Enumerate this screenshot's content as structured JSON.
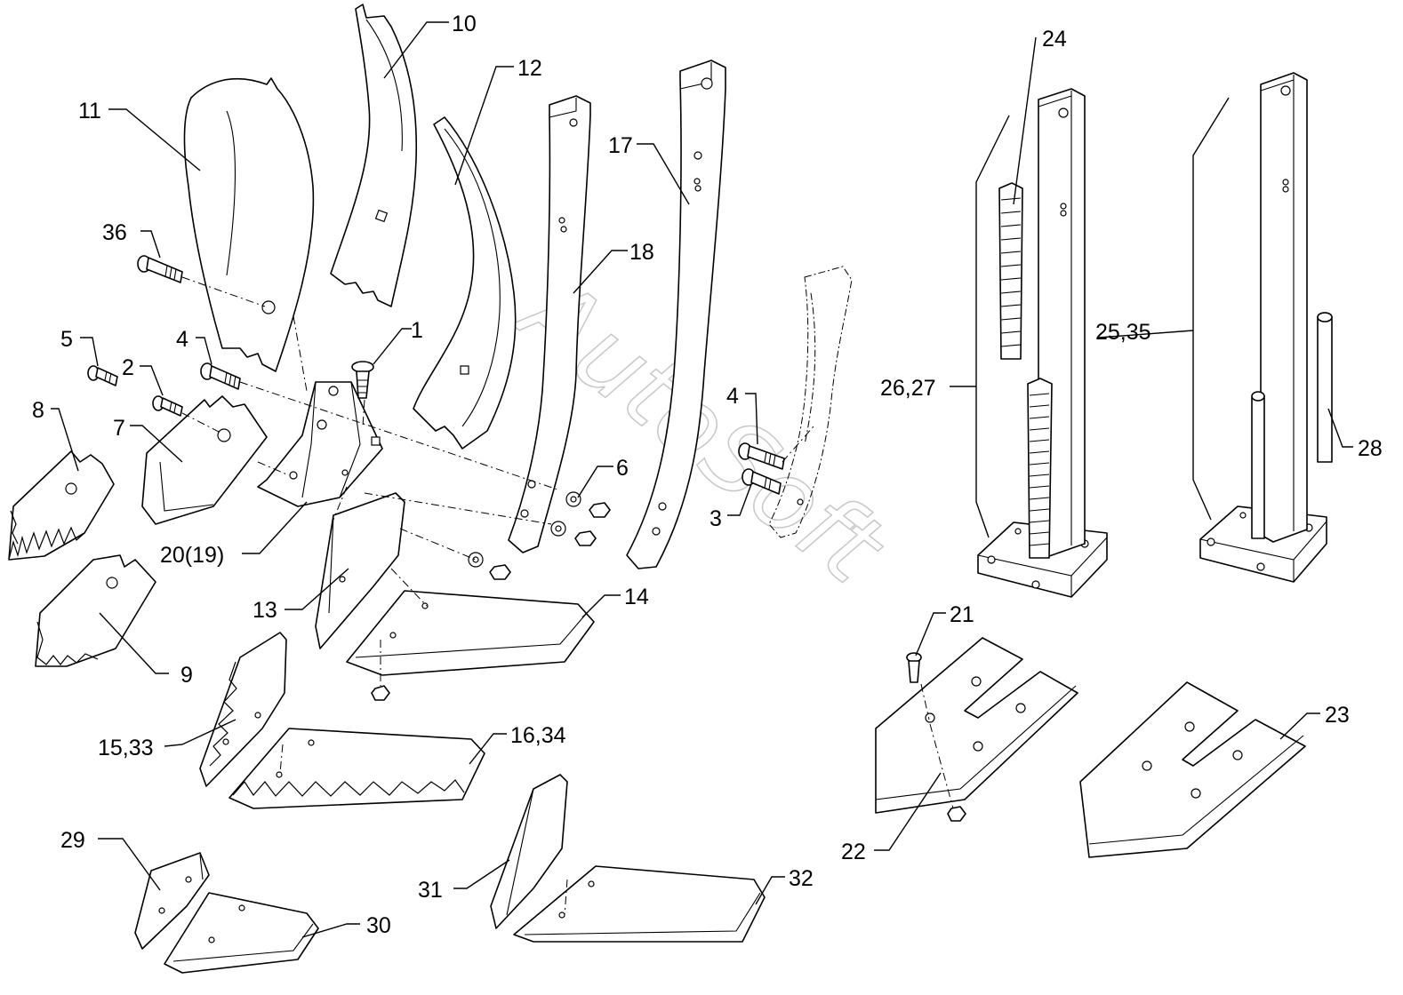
{
  "watermark": "AutoSoft",
  "callouts": [
    {
      "id": "c1",
      "text": "1"
    },
    {
      "id": "c2",
      "text": "2"
    },
    {
      "id": "c3",
      "text": "3"
    },
    {
      "id": "c4a",
      "text": "4"
    },
    {
      "id": "c4b",
      "text": "4"
    },
    {
      "id": "c5",
      "text": "5"
    },
    {
      "id": "c6",
      "text": "6"
    },
    {
      "id": "c7",
      "text": "7"
    },
    {
      "id": "c8",
      "text": "8"
    },
    {
      "id": "c9",
      "text": "9"
    },
    {
      "id": "c10",
      "text": "10"
    },
    {
      "id": "c11",
      "text": "11"
    },
    {
      "id": "c12",
      "text": "12"
    },
    {
      "id": "c13",
      "text": "13"
    },
    {
      "id": "c14",
      "text": "14"
    },
    {
      "id": "c15",
      "text": "15,33"
    },
    {
      "id": "c16",
      "text": "16,34"
    },
    {
      "id": "c17",
      "text": "17"
    },
    {
      "id": "c18",
      "text": "18"
    },
    {
      "id": "c20",
      "text": "20(19)"
    },
    {
      "id": "c21",
      "text": "21"
    },
    {
      "id": "c22",
      "text": "22"
    },
    {
      "id": "c23",
      "text": "23"
    },
    {
      "id": "c24",
      "text": "24"
    },
    {
      "id": "c25",
      "text": "25,35"
    },
    {
      "id": "c26",
      "text": "26,27"
    },
    {
      "id": "c28",
      "text": "28"
    },
    {
      "id": "c29",
      "text": "29"
    },
    {
      "id": "c30",
      "text": "30"
    },
    {
      "id": "c31",
      "text": "31"
    },
    {
      "id": "c32",
      "text": "32"
    },
    {
      "id": "c36",
      "text": "36"
    }
  ]
}
